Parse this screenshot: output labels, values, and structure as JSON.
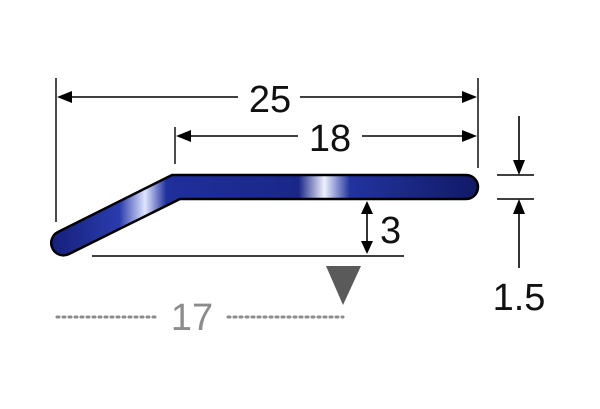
{
  "dimensions": {
    "overall_length": "25",
    "top_length": "18",
    "height": "3",
    "thickness": "1.5",
    "base_length": "17"
  },
  "colors": {
    "profile_fill": "#1b2a8c",
    "profile_dark": "#0d1450",
    "profile_highlight": "#e8ecff",
    "outline": "#000000",
    "marker": "#5a5a5a",
    "grey_text": "#8c8c8c"
  },
  "icons": {
    "floor_marker": "down-triangle-icon"
  }
}
